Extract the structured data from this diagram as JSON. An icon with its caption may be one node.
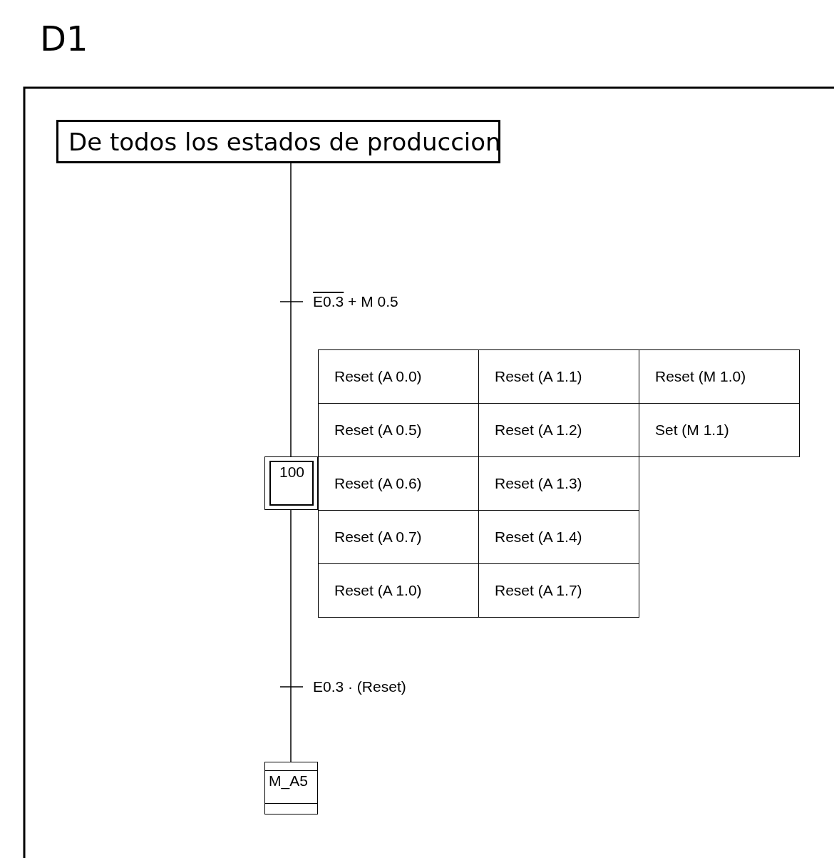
{
  "diagram": {
    "title": "D1",
    "nodes": [
      {
        "text": [
          "De todos los estados de produccion"
        ]
      },
      {
        "text": [
          "100"
        ]
      },
      {
        "text": [
          "Reset (A 0.0)",
          "Reset (A 1.1)",
          "Reset (M 1.0)",
          "Reset (A 0.5)",
          "Reset (A 1.2)",
          "Set (M 1.1)",
          "Reset (A 0.6)",
          "Reset (A 1.3)",
          "Reset (A 0.7)",
          "Reset (A 1.4)",
          "Reset (A 1.0)",
          "Reset (A 1.7)"
        ]
      },
      {
        "text": [
          "M_A5"
        ]
      }
    ],
    "edges": [
      {
        "from": 0,
        "to": 1,
        "arrow": "none",
        "label": "E0.3 + M 0.5"
      },
      {
        "from": 1,
        "to": 3,
        "arrow": "none",
        "label": "E0.3 · (Reset)"
      }
    ]
  }
}
